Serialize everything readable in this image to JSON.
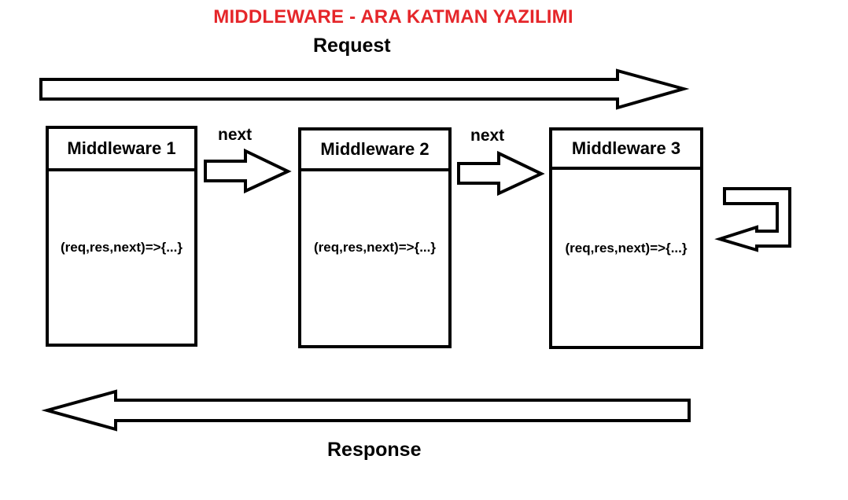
{
  "title": "MIDDLEWARE - ARA KATMAN YAZILIMI",
  "request_label": "Request",
  "response_label": "Response",
  "next_labels": [
    "next",
    "next"
  ],
  "middlewares": [
    {
      "name": "Middleware 1",
      "signature": "(req,res,next)=>{...}"
    },
    {
      "name": "Middleware 2",
      "signature": "(req,res,next)=>{...}"
    },
    {
      "name": "Middleware 3",
      "signature": "(req,res,next)=>{...}"
    }
  ],
  "colors": {
    "title": "#e5262a",
    "stroke": "#000000",
    "background": "#ffffff"
  }
}
